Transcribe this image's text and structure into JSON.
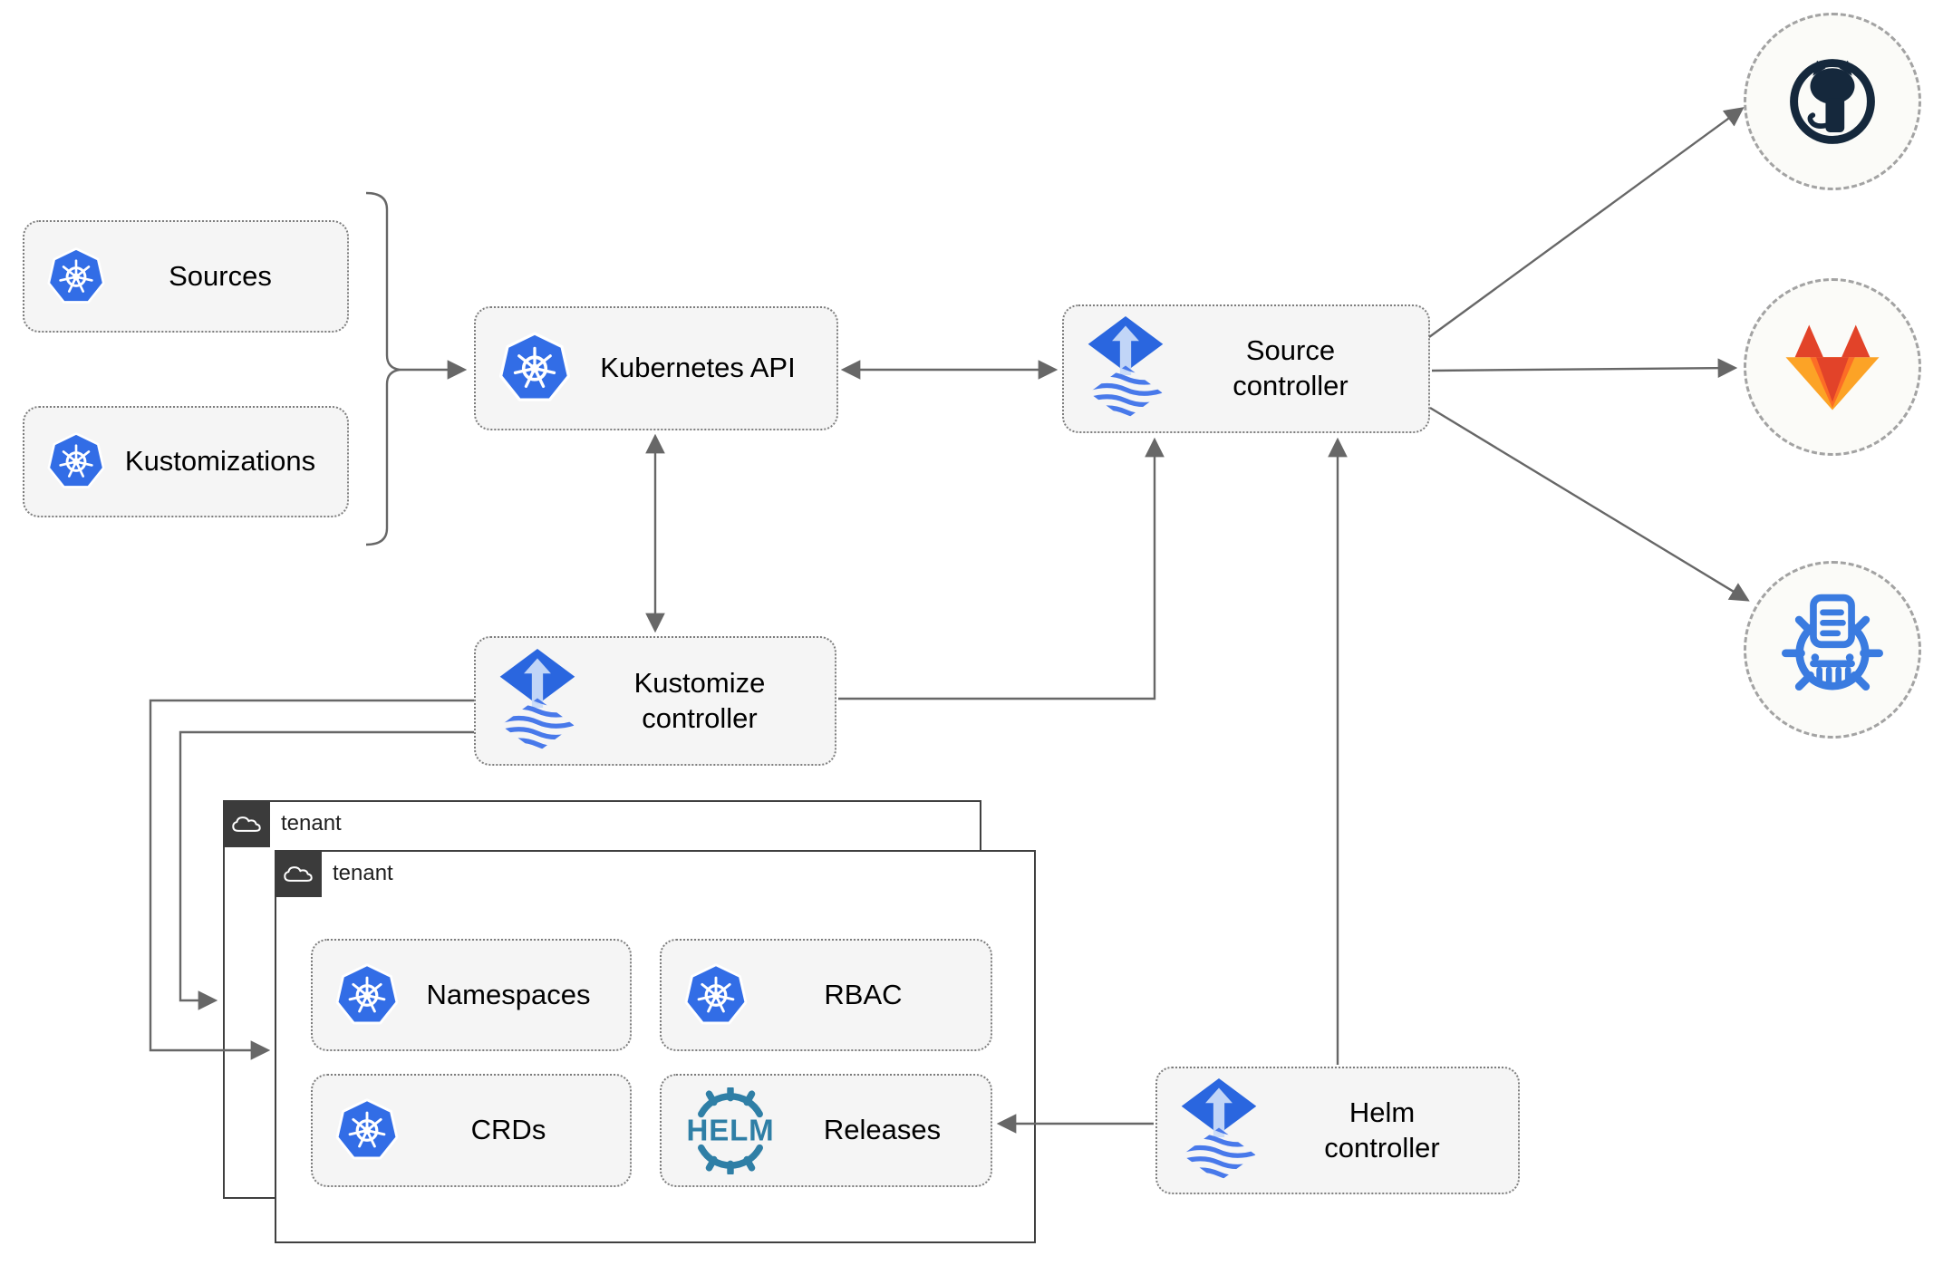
{
  "diagram": {
    "nodes": {
      "sources": {
        "label": "Sources"
      },
      "kustomizations": {
        "label": "Kustomizations"
      },
      "kubernetes_api": {
        "label": "Kubernetes API"
      },
      "source_controller": {
        "line1": "Source",
        "line2": "controller"
      },
      "kustomize_controller": {
        "line1": "Kustomize",
        "line2": "controller"
      },
      "helm_controller": {
        "line1": "Helm",
        "line2": "controller"
      },
      "namespaces": {
        "label": "Namespaces"
      },
      "rbac": {
        "label": "RBAC"
      },
      "crds": {
        "label": "CRDs"
      },
      "releases": {
        "label": "Releases"
      }
    },
    "tenants": {
      "back": {
        "label": "tenant"
      },
      "front": {
        "label": "tenant"
      }
    },
    "helm_logo_text": "HELM",
    "external_targets": {
      "github": {
        "icon": "github"
      },
      "gitlab": {
        "icon": "gitlab"
      },
      "helm_repository": {
        "icon": "helm-repository"
      }
    },
    "colors": {
      "kubernetes_blue": "#326de6",
      "flux_blue": "#2a66df",
      "flux_arrow_light": "#c9dbf8",
      "flux_stripe_blue": "#4879ea",
      "helm_teal": "#2f7fa6",
      "chartmuseum_blue": "#3a7be0",
      "github_dark": "#15283c",
      "gitlab_red": "#e24329",
      "gitlab_orange": "#fc6d26",
      "gitlab_light_orange": "#fca326",
      "node_fill": "#f5f5f5",
      "line_gray": "#676767",
      "tenant_header": "#3b3b3b"
    }
  }
}
